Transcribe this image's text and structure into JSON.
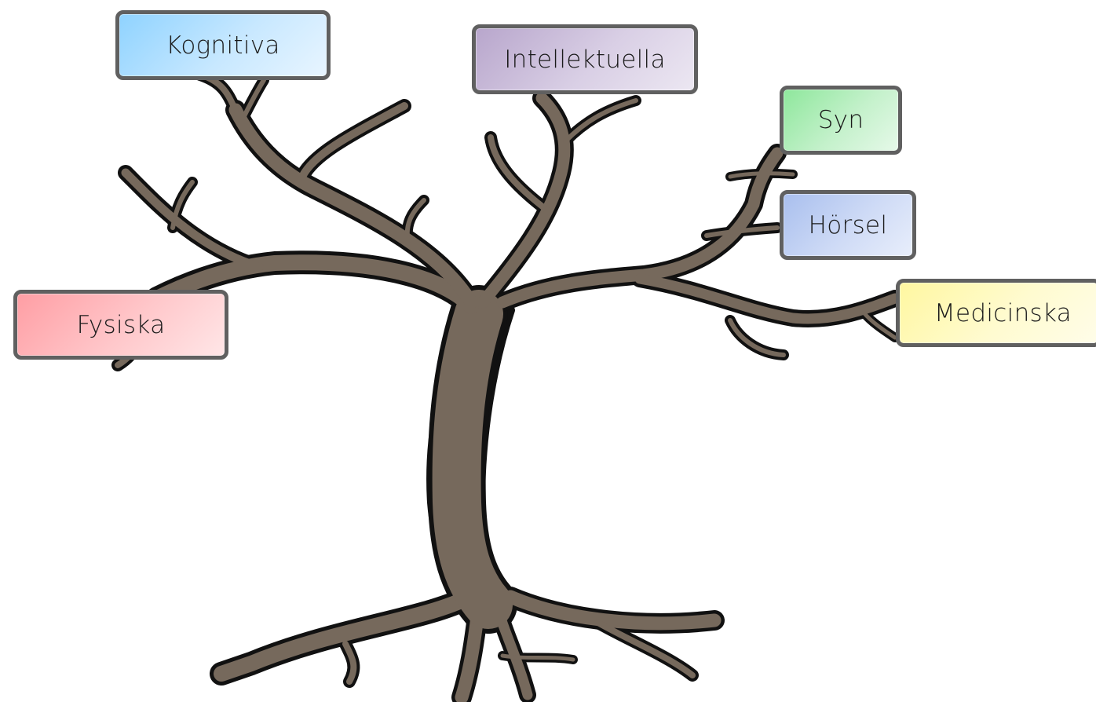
{
  "diagram": {
    "colors": {
      "tree_fill": "#76695c",
      "tree_outline": "#111111",
      "box_border": "#606060"
    },
    "labels": {
      "kognitiva": "Kognitiva",
      "intellektuella": "Intellektuella",
      "syn": "Syn",
      "horsel": "Hörsel",
      "medicinska": "Medicinska",
      "fysiska": "Fysiska"
    }
  }
}
